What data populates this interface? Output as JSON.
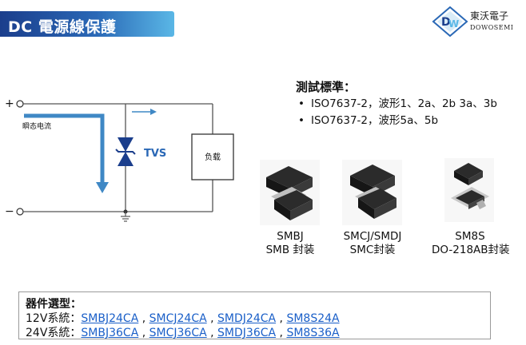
{
  "title": "DC 電源線保護",
  "logo": {
    "cn": "東沃電子",
    "en": "DOWOSEMI"
  },
  "circuit": {
    "plus": "+",
    "minus": "−",
    "surge_label": "瞬态电流",
    "tvs_label": "TVS",
    "load_label": "负载"
  },
  "test": {
    "title": "測試標準：",
    "items": [
      "ISO7637-2，波形1、2a、2b 3a、3b",
      "ISO7637-2，波形5a、5b"
    ]
  },
  "packages": [
    {
      "line1": "SMBJ",
      "line2": "SMB 封装"
    },
    {
      "line1": "SMCJ/SMDJ",
      "line2": "SMC封装"
    },
    {
      "line1": "SM8S",
      "line2": "DO-218AB封装"
    }
  ],
  "selection": {
    "title": "器件選型：",
    "row12_prefix": "12V系統：",
    "row12_parts": [
      "SMBJ24CA",
      "SMCJ24CA",
      "SMDJ24CA",
      "SM8S24A"
    ],
    "row24_prefix": "24V系統：",
    "row24_parts": [
      "SMBJ36CA",
      "SMCJ36CA",
      "SMDJ36CA",
      "SM8S36A"
    ]
  },
  "colors": {
    "accent": "#2a68b6",
    "arrow": "#3f88c5",
    "link": "#1a5fc8"
  }
}
